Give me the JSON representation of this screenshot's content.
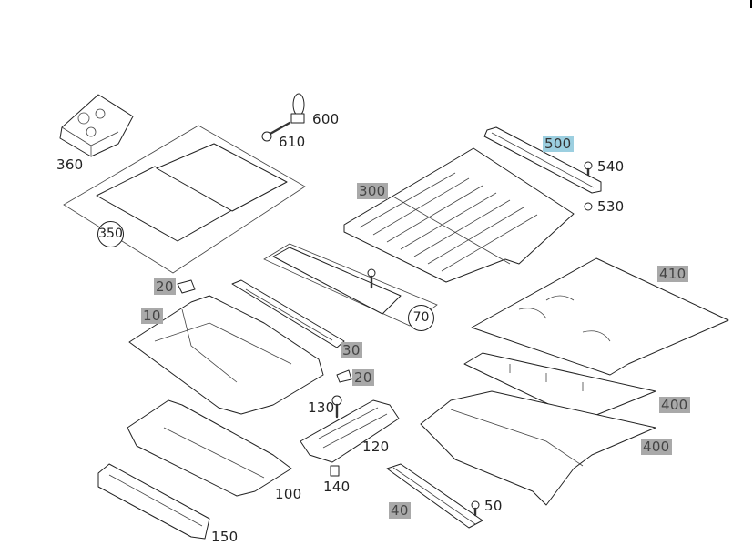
{
  "diagram": {
    "colors": {
      "highlight_gray": "#a9a9a9",
      "highlight_blue": "#9ccfe0"
    },
    "labels": {
      "l360": "360",
      "l350": "350",
      "l600": "600",
      "l610": "610",
      "l500": "500",
      "l540": "540",
      "l530": "530",
      "l300": "300",
      "l410": "410",
      "l20a": "20",
      "l10": "10",
      "l70": "70",
      "l30": "30",
      "l20b": "20",
      "l130": "130",
      "l120": "120",
      "l400a": "400",
      "l400b": "400",
      "l100": "100",
      "l140": "140",
      "l40": "40",
      "l50": "50",
      "l150": "150"
    }
  }
}
